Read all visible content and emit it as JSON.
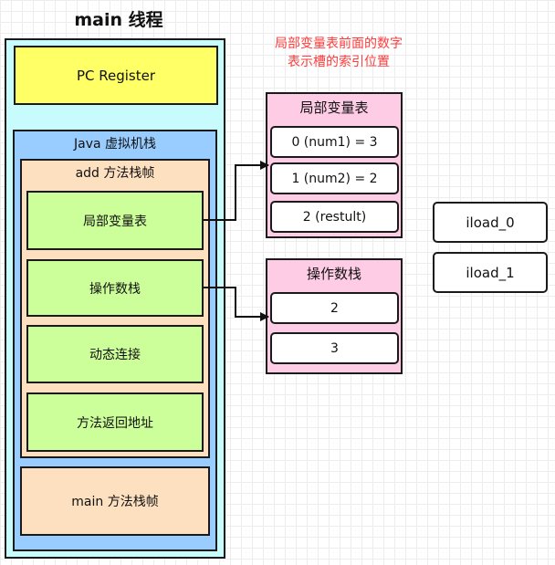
{
  "title": "main 线程",
  "pc_register": "PC Register",
  "jvm_stack": "Java 虚拟机栈",
  "add_frame": {
    "label": "add 方法栈帧",
    "items": [
      "局部变量表",
      "操作数栈",
      "动态连接",
      "方法返回地址"
    ]
  },
  "main_frame": "main 方法栈帧",
  "note": {
    "line1": "局部变量表前面的数字",
    "line2": "表示槽的索引位置"
  },
  "local_vars": {
    "title": "局部变量表",
    "cells": [
      "0 (num1) = 3",
      "1 (num2) = 2",
      "2 (restult)"
    ]
  },
  "operand_stack": {
    "title": "操作数栈",
    "cells": [
      "2",
      "3"
    ]
  },
  "instructions": [
    "iload_0",
    "iload_1"
  ],
  "colors": {
    "thread_bg": "#c8fbfb",
    "pc_bg": "#ffff66",
    "jvm_bg": "#99ccff",
    "frame_bg": "#fde0c0",
    "item_bg": "#ccff99",
    "table_bg": "#ffcce6",
    "note_text": "#ff3b3b"
  }
}
